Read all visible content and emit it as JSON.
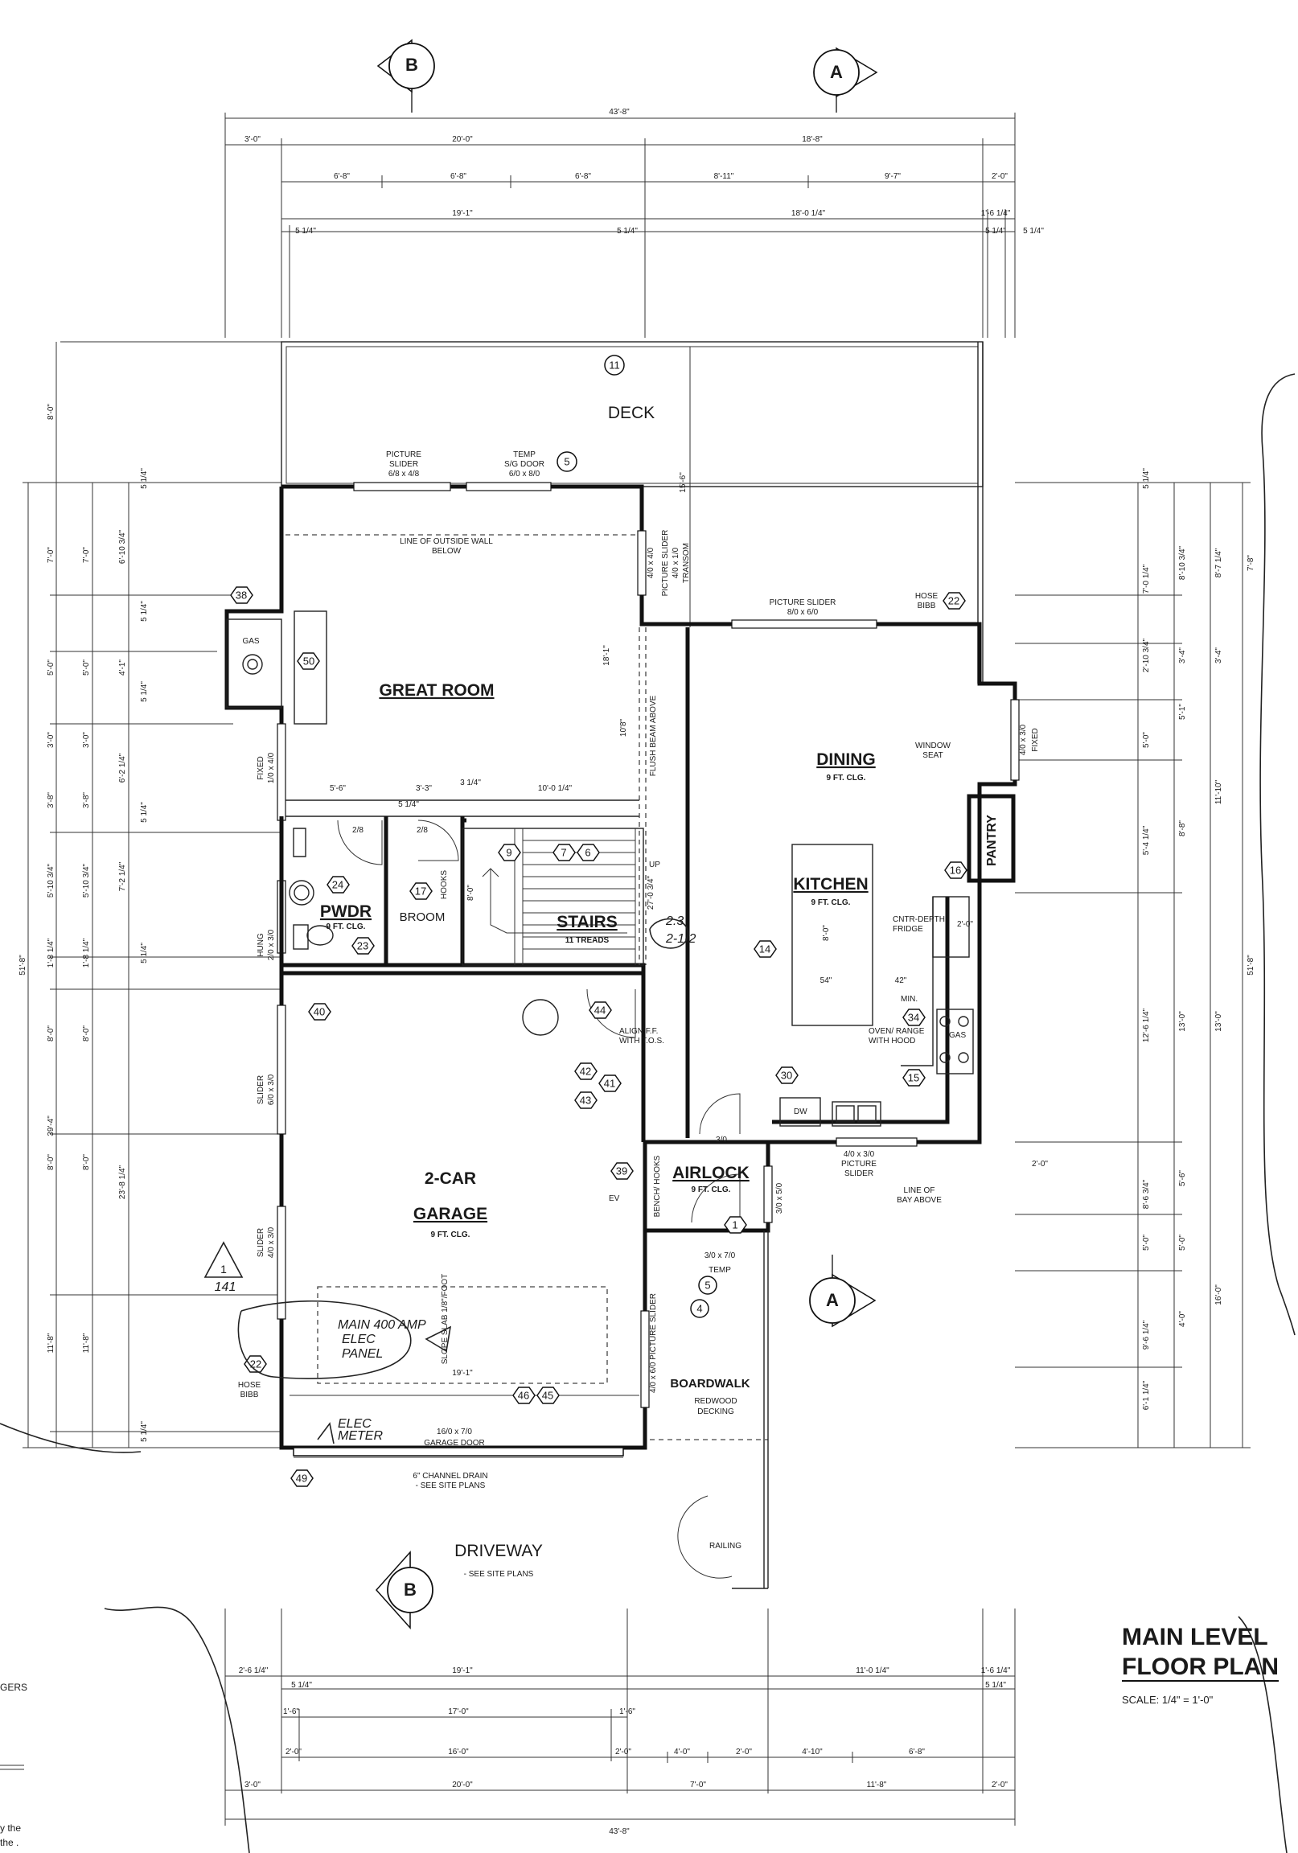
{
  "sheet": {
    "title_line1": "MAIN LEVEL",
    "title_line2": "FLOOR PLAN",
    "scale": "SCALE: 1/4\" = 1'-0\"",
    "margin_left": [
      "GERS",
      "y the",
      "the ."
    ]
  },
  "section_markers": {
    "top_b": "B",
    "top_a": "A",
    "mid_a": "A",
    "bottom_b": "B"
  },
  "rooms": {
    "deck": "DECK",
    "great_room": "GREAT ROOM",
    "dining": "DINING",
    "dining_clg": "9 FT. CLG.",
    "kitchen": "KITCHEN",
    "kitchen_clg": "9 FT. CLG.",
    "pwdr": "PWDR",
    "pwdr_clg": "9 FT. CLG.",
    "broom": "BROOM",
    "stairs": "STAIRS",
    "stairs_treads": "11 TREADS",
    "pantry": "PANTRY",
    "garage_l1": "2-CAR",
    "garage_l2": "GARAGE",
    "garage_clg": "9 FT. CLG.",
    "airlock": "AIRLOCK",
    "airlock_clg": "9 FT. CLG.",
    "boardwalk": "BOARDWALK",
    "boardwalk_sub1": "REDWOOD",
    "boardwalk_sub2": "DECKING",
    "driveway": "DRIVEWAY",
    "driveway_sub": "- SEE SITE PLANS"
  },
  "notes": {
    "picture_slider_top_1": "PICTURE",
    "picture_slider_top_2": "SLIDER",
    "picture_slider_top_3": "6/8 x 4/8",
    "temp_sg_door_1": "TEMP",
    "temp_sg_door_2": "S/G DOOR",
    "temp_sg_door_3": "6/0 x 8/0",
    "line_outside_wall_1": "LINE OF OUTSIDE WALL",
    "line_outside_wall_2": "BELOW",
    "picture_slider_dining_1": "PICTURE SLIDER",
    "picture_slider_dining_2": "8/0 x 6/0",
    "hose_bibb": "HOSE",
    "hose_bibb_2": "BIBB",
    "window_seat_1": "WINDOW",
    "window_seat_2": "SEAT",
    "fixed_40x30": "4/0 x 3/0",
    "fixed_word": "FIXED",
    "flush_beam": "FLUSH BEAM ABOVE",
    "cntr_depth_1": "CNTR-DEPTH",
    "cntr_depth_2": "FRIDGE",
    "oven_1": "OVEN/ RANGE",
    "oven_2": "WITH HOOD",
    "gas": "GAS",
    "min": "MIN.",
    "dw": "DW",
    "align_1": "ALIGN F.F.",
    "align_2": "WITH T.O.S.",
    "picture_slider_kitchen_1": "4/0 x 3/0",
    "picture_slider_kitchen_2": "PICTURE",
    "picture_slider_kitchen_3": "SLIDER",
    "line_bay_1": "LINE OF",
    "line_bay_2": "BAY ABOVE",
    "slider_60x30": "SLIDER",
    "slider_60x30_2": "6/0 x 3/0",
    "slider_40x30": "SLIDER",
    "slider_40x30_2": "4/0 x 3/0",
    "fixed_left_1": "FIXED",
    "fixed_left_2": "1/0 x 4/0",
    "hung_1": "HUNG",
    "hung_2": "2/0 x 3/0",
    "bench_hooks": "BENCH/ HOOKS",
    "temp_30x70": "3/0 x 7/0",
    "temp": "TEMP",
    "ev": "EV",
    "fixed_airlock": "3/0 x 5/0",
    "picture_slider_bw": "4/0 x 6/0 PICTURE SLIDER",
    "garage_door_1": "16/0 x 7/0",
    "garage_door_2": "GARAGE DOOR",
    "channel_drain_1": "6\" CHANNEL DRAIN",
    "channel_drain_2": "- SEE SITE PLANS",
    "railing": "RAILING",
    "slope_slab": "SLOPE SLAB 1/8\"/FOOT",
    "hooks": "HOOKS",
    "gas_fp": "GAS",
    "up": "UP",
    "door_30": "3/0",
    "door_28a": "2/8",
    "door_28b": "2/8",
    "ceil_10": "10'8\"",
    "ceil_18": "18'-1\"",
    "w_40x40_1": "4/0 x 4/0",
    "w_40x40_2": "PICTURE SLIDER",
    "w_40x40_3": "4/0 x 1/0",
    "w_40x40_4": "TRANSOM",
    "deck_dim": "15'-6\""
  },
  "handwritten": {
    "panel_1": "MAIN 400 AMP",
    "panel_2": "ELEC",
    "panel_3": "PANEL",
    "meter_1": "ELEC",
    "meter_2": "METER",
    "delta_num": "1",
    "delta_sub": "141",
    "stair_note_1": "2.3",
    "stair_note_2": "2-1-2"
  },
  "tags": {
    "t11": "11",
    "t5a": "5",
    "t22a": "22",
    "t38": "38",
    "t50": "50",
    "t9": "9",
    "t7": "7",
    "t6": "6",
    "t24": "24",
    "t17": "17",
    "t23": "23",
    "t16": "16",
    "t14": "14",
    "t34": "34",
    "t15": "15",
    "t30": "30",
    "t40": "40",
    "t44": "44",
    "t42": "42",
    "t41": "41",
    "t43": "43",
    "t39": "39",
    "t1": "1",
    "t5b": "5",
    "t4": "4",
    "t22b": "22",
    "t46": "46",
    "t45": "45",
    "t49": "49"
  },
  "dimensions": {
    "top_overall": "43'-8\"",
    "top_r2": [
      "3'-0\"",
      "20'-0\"",
      "18'-8\""
    ],
    "top_r3": [
      "6'-8\"",
      "6'-8\"",
      "6'-8\"",
      "8'-11\"",
      "9'-7\"",
      "2'-0\""
    ],
    "top_r4": [
      "19'-1\"",
      "18'-0 1/4\"",
      "1'-6 1/4\""
    ],
    "top_r5": [
      "5 1/4\"",
      "5 1/4\"",
      "5 1/4\"",
      "5 1/4\""
    ],
    "gr_row": [
      "5'-6\"",
      "3'-3\"",
      "10'-0 1/4\"",
      "3 1/4\"",
      "5 1/4\""
    ],
    "bot_r1": [
      "2'-6 1/4\"",
      "19'-1\"",
      "11'-0 1/4\"",
      "1'-6 1/4\""
    ],
    "bot_r2": [
      "5 1/4\"",
      "5 1/4\""
    ],
    "bot_r3": [
      "1'-6\"",
      "17'-0\"",
      "1'-6\""
    ],
    "bot_r4": [
      "2'-0\"",
      "16'-0\"",
      "2'-0\"",
      "4'-0\"",
      "2'-0\"",
      "4'-10\"",
      "6'-8\""
    ],
    "bot_r5": [
      "3'-0\"",
      "20'-0\"",
      "7'-0\"",
      "11'-8\"",
      "2'-0\""
    ],
    "bot_overall": "43'-8\"",
    "left_outer": [
      "8'-0\"",
      "51'-8\"",
      "39'-4\""
    ],
    "left_r2": [
      "7'-0\"",
      "5'-0\"",
      "3'-0\"",
      "3'-8\"",
      "5'-10 3/4\"",
      "1'-8 1/4\"",
      "8'-0\"",
      "8'-0\"",
      "11'-8\""
    ],
    "left_r3": [
      "7'-0\"",
      "5'-0\"",
      "3'-0\"",
      "3'-8\"",
      "5'-10 3/4\"",
      "1'-8 1/4\"",
      "8'-0\"",
      "8'-0\"",
      "11'-8\""
    ],
    "left_r4": [
      "6'-10 3/4\"",
      "4'-1\"",
      "6'-2 1/4\"",
      "7'-2 1/4\"",
      "23'-8 1/4\""
    ],
    "left_r5": [
      "5 1/4\"",
      "5 1/4\"",
      "5 1/4\"",
      "5 1/4\"",
      "5 1/4\"",
      "5 1/4\""
    ],
    "right_r1": [
      "5 1/4\"",
      "7'-0 1/4\"",
      "2'-10 3/4\"",
      "5'-0\"",
      "5'-4 1/4\"",
      "12'-6 1/4\"",
      "8'-6 3/4\"",
      "5'-0\"",
      "9'-6 1/4\"",
      "6'-1 1/4\""
    ],
    "right_r2": [
      "8'-10 3/4\"",
      "3'-4\"",
      "5'-1\"",
      "8'-8\"",
      "13'-0\"",
      "5'-6\"",
      "5'-0\"",
      "4'-0\""
    ],
    "right_r3": [
      "8'-7 1/4\"",
      "3'-4\"",
      "11'-10\"",
      "13'-0\"",
      "16'-0\""
    ],
    "right_r4": [
      "7'-8\"",
      "51'-8\""
    ],
    "misc": [
      "2'-0\"",
      "2'-0\"",
      "54\"",
      "42\"",
      "8'-0\"",
      "27'-0 3/4\"",
      "19'-1\"",
      "8'-0\""
    ]
  }
}
